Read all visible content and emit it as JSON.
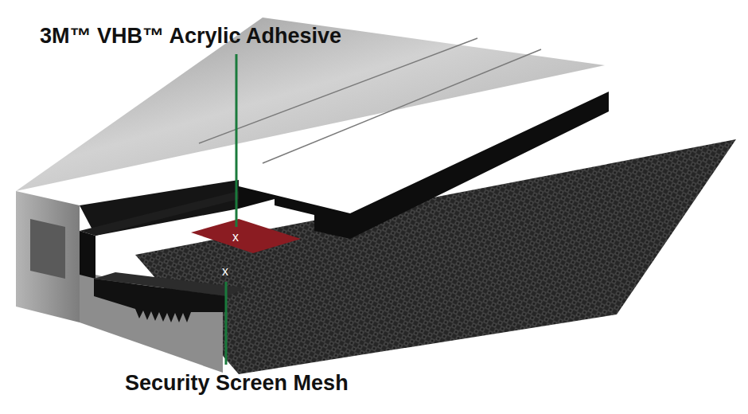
{
  "diagram": {
    "labels": [
      "3M™ VHB™ Acrylic Adhesive",
      "x",
      "x",
      "Security Screen Mesh"
    ]
  }
}
